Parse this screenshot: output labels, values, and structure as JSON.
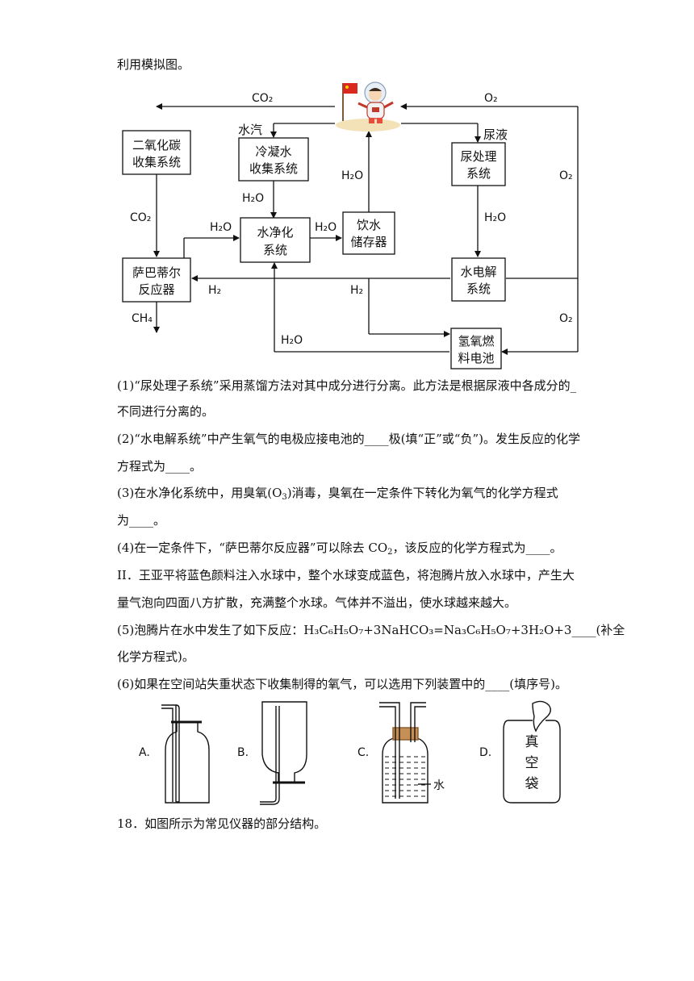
{
  "intro": "利用模拟图。",
  "diagram": {
    "co2_top": "CO₂",
    "o2_top": "O₂",
    "vapor": "水汽",
    "urine": "尿液",
    "co2_left": "CO₂",
    "h2o_cond": "H₂O",
    "h2o_to_purify": "H₂O",
    "h2o_to_store": "H₂O",
    "h2o_up": "H₂O",
    "h2o_urine": "H₂O",
    "o2_right": "O₂",
    "o2_right_low": "O₂",
    "h2_left": "H₂",
    "h2_mid": "H₂",
    "ch4": "CH₄",
    "h2o_bottom": "H₂O",
    "boxes": {
      "co2_collect": [
        "二氧化碳",
        "收集系统"
      ],
      "condense": [
        "冷凝水",
        "收集系统"
      ],
      "urine_proc": [
        "尿处理",
        "系统"
      ],
      "purify": [
        "水净化",
        "系统"
      ],
      "store": [
        "饮水",
        "储存器"
      ],
      "sabatier": [
        "萨巴蒂尔",
        "反应器"
      ],
      "electrolysis": [
        "水电解",
        "系统"
      ],
      "fuel_cell": [
        "氢氧燃",
        "料电池"
      ]
    }
  },
  "q1a": "(1)“尿处理子系统”采用蒸馏方法对其中成分进行分离。此方法是根据尿液中各成分的_",
  "q1b": "不同进行分离的。",
  "q2a": "(2)“水电解系统”中产生氧气的电极应接电池的____极(填“正”或“负”)。发生反应的化学",
  "q2b": "方程式为____。",
  "q3a_pre": "(3)在水净化系统中，用臭氧(O",
  "q3a_sub": "3",
  "q3a_post": ")消毒，臭氧在一定条件下转化为氧气的化学方程式",
  "q3b": "为____。",
  "q4_pre": "(4)在一定条件下，“萨巴蒂尔反应器”可以除去 CO",
  "q4_sub": "2",
  "q4_post": "，该反应的化学方程式为____。",
  "p2a": "II．王亚平将蓝色颜料注入水球中，整个水球变成蓝色，将泡腾片放入水球中，产生大",
  "p2b": "量气泡向四面八方扩散，充满整个水球。气体并不溢出，使水球越来越大。",
  "q5a": "(5)泡腾片在水中发生了如下反应：H₃C₆H₅O₇+3NaHCO₃=Na₃C₆H₅O₇+3H₂O+3____(补全",
  "q5b": "化学方程式)。",
  "q6": "(6)如果在空间站失重状态下收集制得的氧气，可以选用下列装置中的____(填序号)。",
  "options": {
    "a": "A.",
    "b": "B.",
    "c": "C.",
    "d": "D."
  },
  "water_label": "水",
  "bag_text": [
    "真",
    "空",
    "袋"
  ],
  "q18": "18．如图所示为常见仪器的部分结构。"
}
